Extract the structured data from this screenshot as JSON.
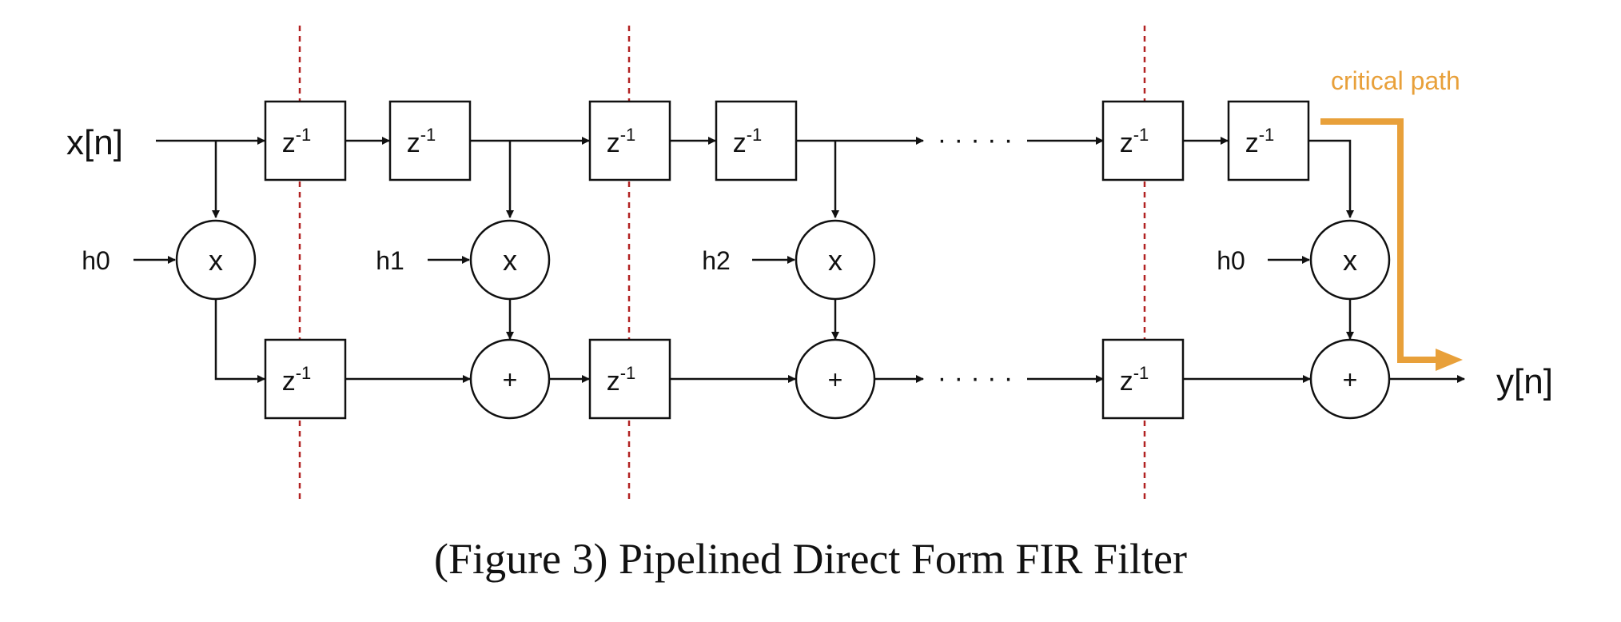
{
  "input_label": "x[n]",
  "output_label": "y[n]",
  "delay_base": "z",
  "delay_exp": "-1",
  "multiplier_symbol": "x",
  "adder_symbol": "+",
  "coefficients": [
    "h0",
    "h1",
    "h2",
    "h0"
  ],
  "ellipsis": "· · · · ·",
  "critical_path_label": "critical path",
  "caption": "(Figure 3) Pipelined Direct Form FIR Filter",
  "colors": {
    "line": "#111111",
    "pipeline_cut": "#b22222",
    "critical_path": "#e8a03a"
  }
}
